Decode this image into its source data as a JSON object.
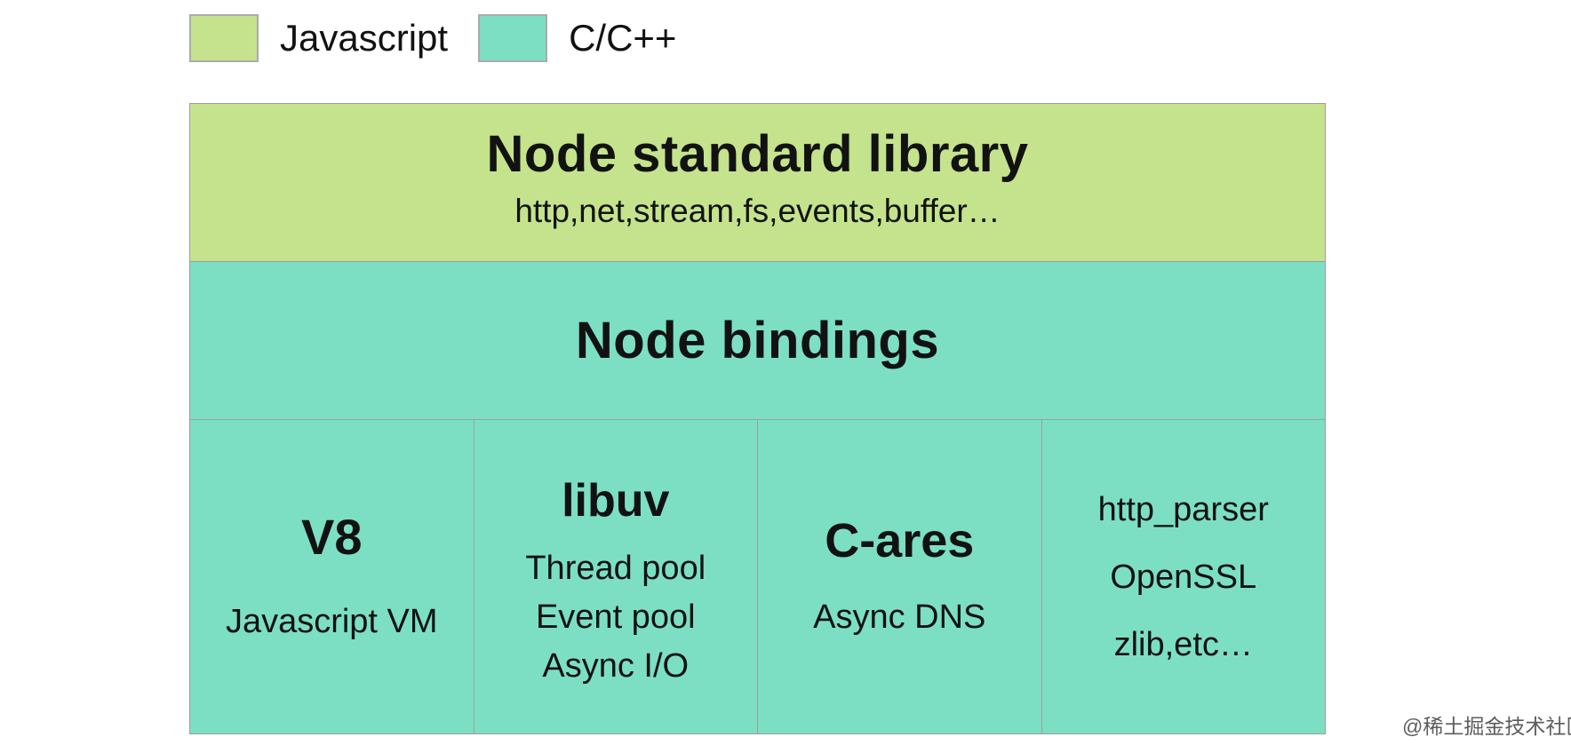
{
  "legend": {
    "items": [
      {
        "label": "Javascript",
        "color": "#c4e38c"
      },
      {
        "label": "C/C++",
        "color": "#7cdfc3"
      }
    ]
  },
  "diagram": {
    "standard_library": {
      "title": "Node standard library",
      "subtitle": "http,net,stream,fs,events,buffer…",
      "layer_color": "#c4e38c"
    },
    "bindings": {
      "title": "Node bindings",
      "layer_color": "#7cdfc3"
    },
    "components_color": "#7cdfc3",
    "components": [
      {
        "title": "V8",
        "lines": [
          "Javascript VM"
        ]
      },
      {
        "title": "libuv",
        "lines": [
          "Thread pool",
          "Event pool",
          "Async I/O"
        ]
      },
      {
        "title": "C-ares",
        "lines": [
          "Async DNS"
        ]
      },
      {
        "title": "",
        "lines": [
          "http_parser",
          "OpenSSL",
          "zlib,etc…"
        ]
      }
    ]
  },
  "watermark": "@稀土掘金技术社区",
  "colors": {
    "javascript_green": "#c4e38c",
    "c_cpp_teal": "#7cdfc3",
    "border_gray": "#9d9d9d",
    "text": "#121212",
    "watermark_gray": "#5c5c5c"
  }
}
